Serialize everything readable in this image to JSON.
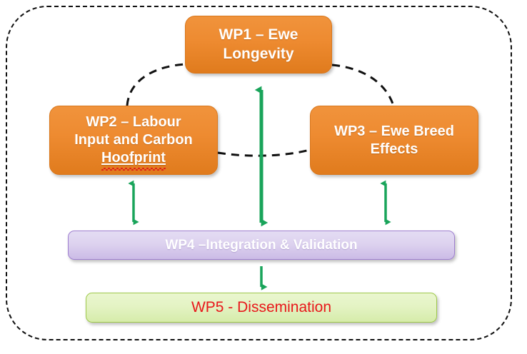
{
  "diagram": {
    "type": "work-package-structure",
    "title_present": false,
    "colors": {
      "work_package_fill": "#ee8b31",
      "work_package_text": "#ffffff",
      "integration_fill": "#ddd2ef",
      "integration_border": "#9f7fd0",
      "integration_text": "#ffffff",
      "dissemination_fill": "#e4f3c4",
      "dissemination_border": "#9ec94a",
      "dissemination_text": "#e8171a",
      "arrow_color": "#19a45a",
      "dashed_line_color": "#111111",
      "frame_color": "#111111"
    },
    "nodes": [
      {
        "id": "wp1",
        "name": "WP1",
        "lines": [
          "WP1 – Ewe",
          "Longevity"
        ],
        "full_label": "WP1 – Ewe Longevity",
        "style": "orange"
      },
      {
        "id": "wp2",
        "name": "WP2",
        "lines": [
          "WP2 – Labour",
          "Input and Carbon",
          "Hoofprint"
        ],
        "full_label": "WP2 – Labour Input and Carbon Hoofprint",
        "misspelled_word": "Hoofprint",
        "style": "orange"
      },
      {
        "id": "wp3",
        "name": "WP3",
        "lines": [
          "WP3 – Ewe Breed",
          "Effects"
        ],
        "full_label": "WP3 – Ewe Breed Effects",
        "style": "orange"
      },
      {
        "id": "wp4",
        "name": "WP4",
        "lines": [
          "WP4 –Integration & Validation"
        ],
        "full_label": "WP4 –Integration & Validation",
        "style": "lavender"
      },
      {
        "id": "wp5",
        "name": "WP5",
        "lines": [
          "WP5 - Dissemination"
        ],
        "full_label": "WP5 - Dissemination",
        "style": "green"
      }
    ],
    "connectors": [
      {
        "id": "arrow-wp1-wp4",
        "from": "wp1",
        "to": "wp4",
        "kind": "double-arrow",
        "orientation": "vertical",
        "color": "#19a45a"
      },
      {
        "id": "arrow-wp2-wp4",
        "from": "wp2",
        "to": "wp4",
        "kind": "double-arrow",
        "orientation": "vertical",
        "color": "#19a45a"
      },
      {
        "id": "arrow-wp3-wp4",
        "from": "wp3",
        "to": "wp4",
        "kind": "double-arrow",
        "orientation": "vertical",
        "color": "#19a45a"
      },
      {
        "id": "arrow-wp4-wp5",
        "from": "wp4",
        "to": "wp5",
        "kind": "single-arrow",
        "orientation": "vertical-down",
        "color": "#19a45a"
      },
      {
        "id": "dashed-wp2-wp1",
        "from": "wp2",
        "to": "wp1",
        "kind": "dashed-curve",
        "color": "#111111"
      },
      {
        "id": "dashed-wp1-wp3",
        "from": "wp1",
        "to": "wp3",
        "kind": "dashed-curve",
        "color": "#111111"
      },
      {
        "id": "dashed-wp2-wp3",
        "from": "wp2",
        "to": "wp3",
        "kind": "dashed-curve",
        "color": "#111111"
      }
    ]
  }
}
